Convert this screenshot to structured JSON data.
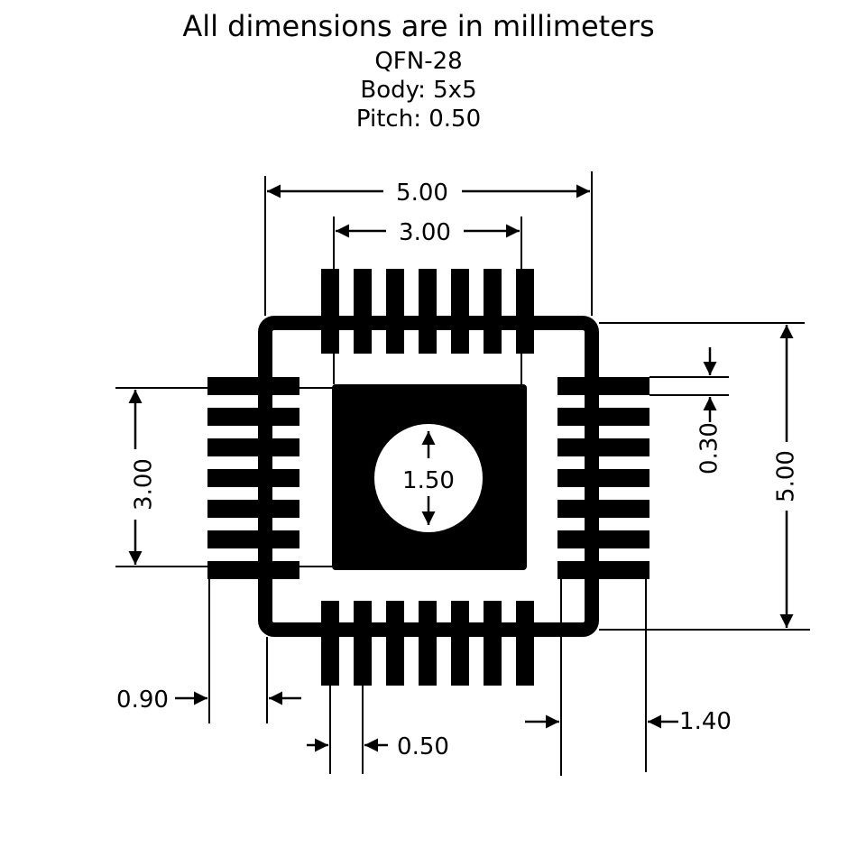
{
  "header": {
    "title": "All dimensions are in millimeters",
    "package": "QFN-28",
    "body": "Body: 5x5",
    "pitch": "Pitch: 0.50"
  },
  "dimensions": {
    "body_width": "5.00",
    "pad_row_span_horizontal": "3.00",
    "pad_row_span_vertical": "3.00",
    "body_height": "5.00",
    "pad_width": "0.30",
    "thermal_via": "1.50",
    "pad_length_left": "0.90",
    "pitch": "0.50",
    "pad_length_right": "1.40"
  },
  "colors": {
    "ink": "#000000",
    "background": "#ffffff"
  }
}
